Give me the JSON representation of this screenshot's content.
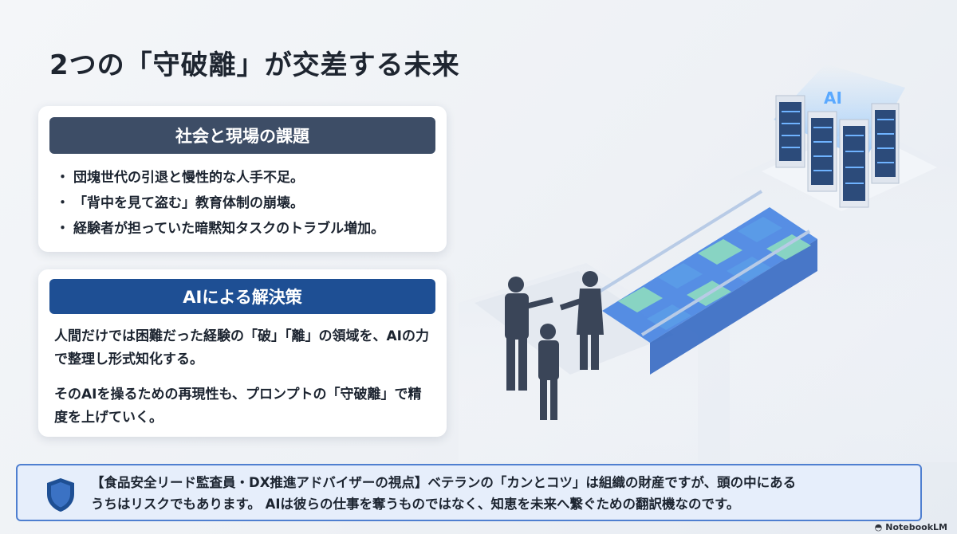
{
  "title": "2つの「守破離」が交差する未来",
  "card1": {
    "heading": "社会と現場の課題",
    "bullets": [
      "団塊世代の引退と慢性的な人手不足。",
      "「背中を見て盗む」教育体制の崩壊。",
      "経験者が担っていた暗黙知タスクのトラブル増加。"
    ]
  },
  "card2": {
    "heading": "AIによる解決策",
    "paragraph1": "人間だけでは困難だった経験の「破」「離」の領域を、AIの力で整理し形式知化する。",
    "paragraph2": "そのAIを操るための再現性も、プロンプトの「守破離」で精度を上げていく。"
  },
  "illustration": {
    "server_label": "AI"
  },
  "footer": {
    "text_line1": "【食品安全リード監査員・DX推進アドバイザーの視点】ベテランの「カンとコツ」は組織の財産ですが、頭の中にある",
    "text_line2": "うちはリスクでもあります。 AIは彼らの仕事を奪うものではなく、知恵を未来へ繋ぐための翻訳機なのです。",
    "icon": "shield-icon"
  },
  "brand": "NotebookLM",
  "colors": {
    "card1_header": "#3d4d66",
    "card2_header": "#1e4f94",
    "footer_border": "#4f7fd0",
    "footer_bg": "#e6eefb"
  }
}
